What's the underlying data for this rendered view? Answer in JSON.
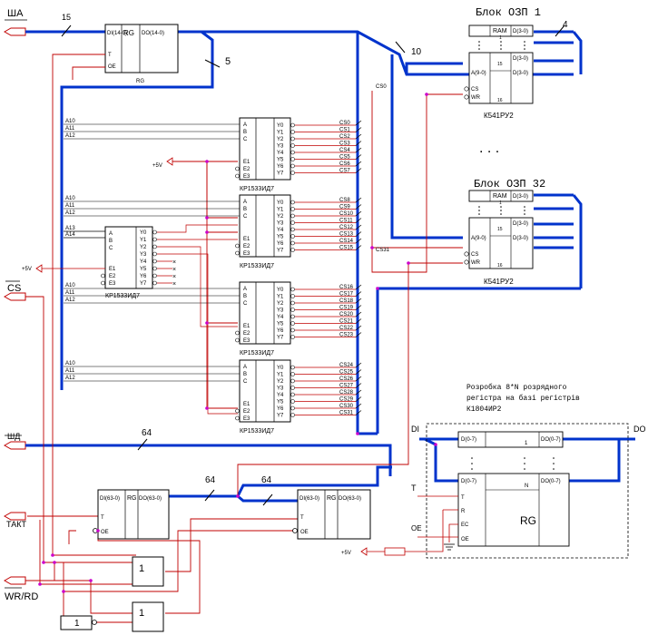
{
  "colors": {
    "bus": "#0033cc",
    "wire": "#c00000",
    "junction": "#cc00cc",
    "stroke": "#000000",
    "fill": "#ffffff"
  },
  "external_pins": {
    "address_bus": "ША",
    "chip_select": "CS",
    "data_bus": "ШД",
    "clock": "ТАКТ",
    "write_read": "WR/RD",
    "data_in": "DI",
    "data_out": "DO",
    "clock_t": "T",
    "output_enable": "OE",
    "power": "+5V"
  },
  "bus_widths": {
    "address_input": "15",
    "address_reg_out": "5",
    "address_mem": "10",
    "mem_data": "4",
    "data_64": "64",
    "data_64_mid": "64",
    "data_64_right": "64"
  },
  "address_register": {
    "label": "RG",
    "name": "RG",
    "in": "DI(14-0)",
    "out": "DO(14-0)",
    "pin_t": "T",
    "pin_oe": "OE"
  },
  "decoders": {
    "part": "КР1533ИД7",
    "inputs": [
      "A",
      "B",
      "C"
    ],
    "enables": [
      "E1",
      "E2",
      "E3"
    ],
    "outputs": [
      "Y0",
      "Y1",
      "Y2",
      "Y3",
      "Y4",
      "Y5",
      "Y6",
      "Y7"
    ],
    "addr_lines": [
      "A10",
      "A11",
      "A12"
    ],
    "main_addr_lines": [
      "A10",
      "A11",
      "A12",
      "A13",
      "A14"
    ],
    "power": "+5V",
    "groups": [
      [
        "CS0",
        "CS1",
        "CS2",
        "CS3",
        "CS4",
        "CS5",
        "CS6",
        "CS7"
      ],
      [
        "CS8",
        "CS9",
        "CS10",
        "CS11",
        "CS12",
        "CS13",
        "CS14",
        "CS15"
      ],
      [
        "CS16",
        "CS17",
        "CS18",
        "CS19",
        "CS20",
        "CS21",
        "CS22",
        "CS23"
      ],
      [
        "CS24",
        "CS25",
        "CS26",
        "CS27",
        "CS28",
        "CS29",
        "CS30",
        "CS31"
      ]
    ]
  },
  "memory": {
    "block1_title": "Блок ОЗП 1",
    "block32_title": "Блок ОЗП 32",
    "ellipsis": ". . .",
    "chip": "К541РУ2",
    "ram_label": "RAM",
    "addr_pin": "A(9-0)",
    "data_pin": "D(3-0)",
    "cs_pin": "CS",
    "wr_pin": "WR",
    "num_1": "1",
    "num_15": "15",
    "num_16": "16",
    "cs_block1": "CS0",
    "cs_block32": "CS31"
  },
  "data_registers": {
    "label": "RG",
    "left_in": "DI(63-0)",
    "left_out": "DO(63-0)",
    "right_in": "DI(63-0)",
    "right_out": "DO(63-0)",
    "pin_t": "T",
    "pin_oe": "OE"
  },
  "logic": {
    "gate1": "1",
    "gate2": "1",
    "inverter": "1"
  },
  "inset": {
    "caption_line1": "Розробка 8*N розрядного",
    "caption_line2": "регістра на базі регістрів",
    "caption_line3": "К1804ИР2",
    "reg_in": "D(0-7)",
    "reg_out": "DO(0-7)",
    "reg_idx1": "1",
    "reg_idxN": "N",
    "reg_label": "RG",
    "pin_t": "T",
    "pin_r": "R",
    "pin_ec": "EC",
    "pin_oe": "OE",
    "power": "+5V"
  }
}
